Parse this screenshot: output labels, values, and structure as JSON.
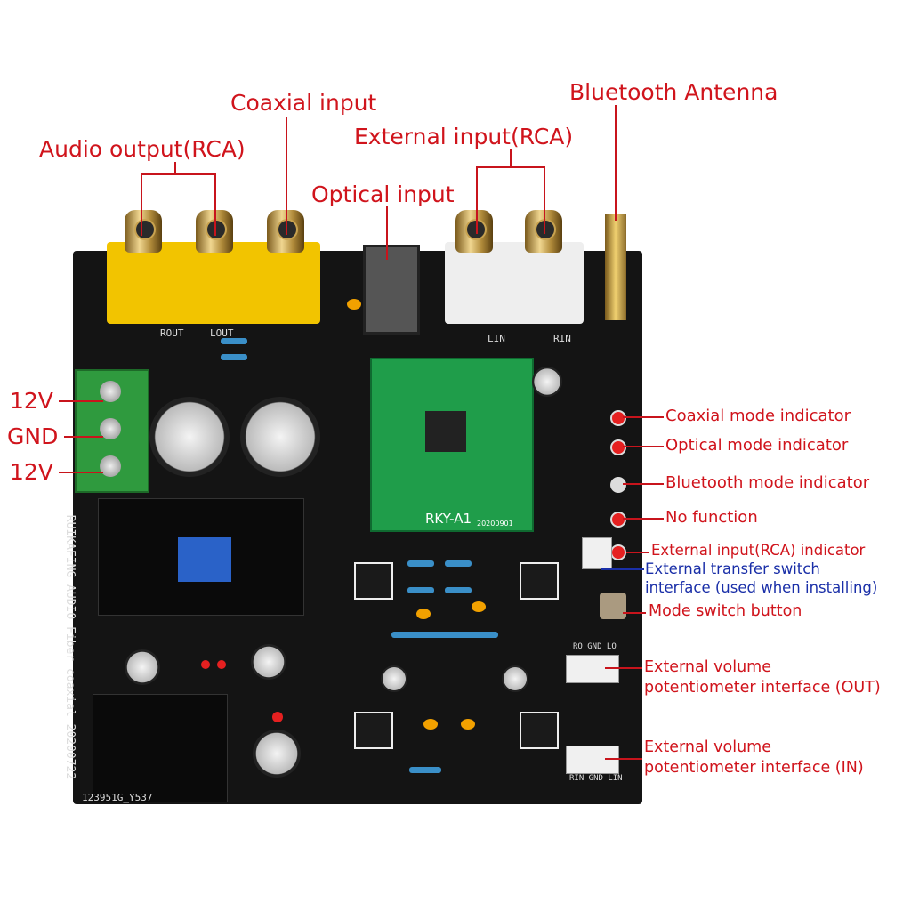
{
  "labels": {
    "coaxial_input": "Coaxial input",
    "audio_output": "Audio output(RCA)",
    "external_input": "External input(RCA)",
    "optical_input": "Optical input",
    "bluetooth_antenna": "Bluetooth Antenna",
    "v12_top": "12V",
    "gnd": "GND",
    "v12_bottom": "12V",
    "coaxial_indicator": "Coaxial mode indicator",
    "optical_indicator": "Optical mode indicator",
    "bluetooth_indicator": "Bluetooth mode indicator",
    "no_function": "No function",
    "external_rca_indicator": "External input(RCA) indicator",
    "transfer_switch_line1": "External transfer switch",
    "transfer_switch_line2": "interface (used when installing)",
    "mode_switch": "Mode switch button",
    "volume_out_line1": "External volume",
    "volume_out_line2": "potentiometer interface (OUT)",
    "volume_in_line1": "External volume",
    "volume_in_line2": "potentiometer interface (IN)"
  },
  "board": {
    "module_name": "RKY-A1",
    "module_date": "20200901",
    "silk_brand": "RUIKAFING AUDIO Fiber coaxial 20200722",
    "silk_code": "123951G_Y537",
    "silk_rout": "ROUT",
    "silk_lout": "LOUT",
    "silk_lin": "LIN",
    "silk_rin": "RIN",
    "silk_ro_gnd_lo": "RO GND LO",
    "silk_rin_gnd_lin": "RIN GND LIN"
  },
  "colors": {
    "label": "#d0141c",
    "label_blue": "#1a2fa8",
    "pcb": "#141414",
    "module": "#1f9d4a"
  }
}
